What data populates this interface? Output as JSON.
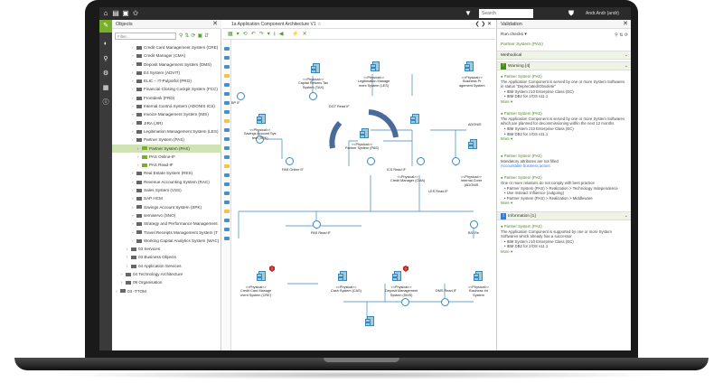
{
  "topbar": {
    "search_placeholder": "Search",
    "user": "Andr.Andr (andr)"
  },
  "objects_panel": {
    "title": "Objects",
    "filter_placeholder": "Filter...",
    "tree": [
      {
        "label": "Credit Card Management System (CRE)",
        "indent": 3,
        "selected": false
      },
      {
        "label": "Credit Manager (CMA)",
        "indent": 3,
        "selected": false
      },
      {
        "label": "Deposit Management System (DMS)",
        "indent": 3,
        "selected": false
      },
      {
        "label": "E4 System (ADVIT)",
        "indent": 3,
        "selected": false
      },
      {
        "label": "ELIC – IT-Pulpotfol (PRO)",
        "indent": 3,
        "selected": false
      },
      {
        "label": "Financial Closing Cockpit System (FCC)",
        "indent": 3,
        "selected": false
      },
      {
        "label": "Frontdesk (FRD)",
        "indent": 3,
        "selected": false
      },
      {
        "label": "Internal Control System (ADONIS ICS)",
        "indent": 3,
        "selected": false
      },
      {
        "label": "Invoice Management System (IMS)",
        "indent": 3,
        "selected": false
      },
      {
        "label": "JIRA (JIR)",
        "indent": 3,
        "selected": false
      },
      {
        "label": "Legitimation Management System (LES)",
        "indent": 3,
        "selected": false
      },
      {
        "label": "Partner System (PAS)",
        "indent": 3,
        "selected": false
      },
      {
        "label": "Partner System (PAS)",
        "indent": 4,
        "selected": true
      },
      {
        "label": "PAS Online-IF",
        "indent": 4,
        "selected": false
      },
      {
        "label": "PAS Read-IF",
        "indent": 4,
        "selected": false
      },
      {
        "label": "Real Estate System (RES)",
        "indent": 3,
        "selected": false
      },
      {
        "label": "Revenue Accounting System (RAC)",
        "indent": 3,
        "selected": false
      },
      {
        "label": "Sales System (VSS)",
        "indent": 3,
        "selected": false
      },
      {
        "label": "SAP HCM",
        "indent": 3,
        "selected": false
      },
      {
        "label": "Savings Account System (SPK)",
        "indent": 3,
        "selected": false
      },
      {
        "label": "semiservo (SNO)",
        "indent": 3,
        "selected": false
      },
      {
        "label": "Strategy and Performance Management",
        "indent": 3,
        "selected": false
      },
      {
        "label": "Travel Receipts Management System (T",
        "indent": 3,
        "selected": false
      },
      {
        "label": "Working Capital Analytics System (WAC)",
        "indent": 3,
        "selected": false
      },
      {
        "label": "03 Services",
        "indent": 2,
        "selected": false
      },
      {
        "label": "03 Business Objects",
        "indent": 2,
        "selected": false
      },
      {
        "label": "04 Application Services",
        "indent": 2,
        "selected": false
      },
      {
        "label": "04 Technology Architecture",
        "indent": 1,
        "selected": false
      },
      {
        "label": "09 Organisation",
        "indent": 1,
        "selected": false
      },
      {
        "label": "03 -TTOM",
        "indent": 0,
        "selected": false
      }
    ]
  },
  "diagram": {
    "tab_title": "1a Application Component Architecture V1 ☆",
    "nodes": [
      {
        "id": "n1",
        "label": "<<Physical>>\nCapital Returns Tax\nSystem (TAX)"
      },
      {
        "id": "n2",
        "label": "<<Physical>>\nLegitimation Manage\nment System (LES)"
      },
      {
        "id": "n3",
        "label": "<<Physical>>\nBusiness Pr\nagement System"
      },
      {
        "id": "n4",
        "label": "<<Physical>>\nSavings Account Sys\ntem (SPK)"
      },
      {
        "id": "n5",
        "label": "<<Physical>>\nPartner System (PAS)"
      },
      {
        "id": "n6",
        "label": "<<Physical>>\nCredit Manager (CMA)"
      },
      {
        "id": "n7",
        "label": "<<Physical>>\nInternal Contr\n(ADONIS"
      },
      {
        "id": "n8",
        "label": "<<Physical>>\nCredit Card Manage\nment System (CRE)"
      },
      {
        "id": "n9",
        "label": "<<Physical>>\nCash System (CAS)"
      },
      {
        "id": "n10",
        "label": "<<Physical>>\nDeposit Management\nSystem (DMS)"
      },
      {
        "id": "n11",
        "label": "<<Physical>>\nBusiness Int\nSystem"
      }
    ],
    "interfaces": [
      "BP IF",
      "DGT Read IF",
      "ADONIS",
      "PAS Online IF",
      "ICS Read IF",
      "LES Read IF",
      "PAS Read IF",
      "BSI Re",
      "DMS Read IF"
    ]
  },
  "validation_panel": {
    "title": "Validation",
    "run_label": "Run checks",
    "context": "Partner System (PAS)",
    "sections": {
      "methodical": "Methodical",
      "warning": "Warning [4]",
      "information": "Information [1]"
    },
    "warnings": [
      {
        "name": "Partner System (PAS)",
        "text": "The Application Component is served by one or more System Softwares in status \"Deprecated/Obsolete\"",
        "sub": [
          "IBM System z10 Enterprise Class (EC)",
          "IBM DB2 for z/OS v11.1"
        ],
        "more": "More"
      },
      {
        "name": "Partner System (PAS)",
        "text": "The Application Component is served by one or more System Softwares which are planned for decommissioning within the next 12 months",
        "sub": [
          "IBM System z10 Enterprise Class (EC)",
          "IBM DB2 for z/OS v11.1"
        ],
        "more": "More"
      },
      {
        "name": "Partner System (PAS)",
        "text": "Mandatory attributes are not filled",
        "link": "Accountable business actors",
        "more": ""
      },
      {
        "name": "Partner System (PAS)",
        "text": "One or more relations do not comply with best practice",
        "sub": [
          "Partner System (PAS) > Realization > Technology Independence",
          "Use Instead: Influence (outgoing)",
          "Partner System (PAS) > Realization > Middleware"
        ],
        "more": "More"
      }
    ],
    "information": [
      {
        "name": "Partner System (PAS)",
        "text": "The Application Component is supported by one or more System Softwares which already has a successor",
        "sub": [
          "IBM System z10 Enterprise Class (EC)",
          "IBM DB2 for z/OS v11.1"
        ],
        "more": "More"
      }
    ]
  }
}
